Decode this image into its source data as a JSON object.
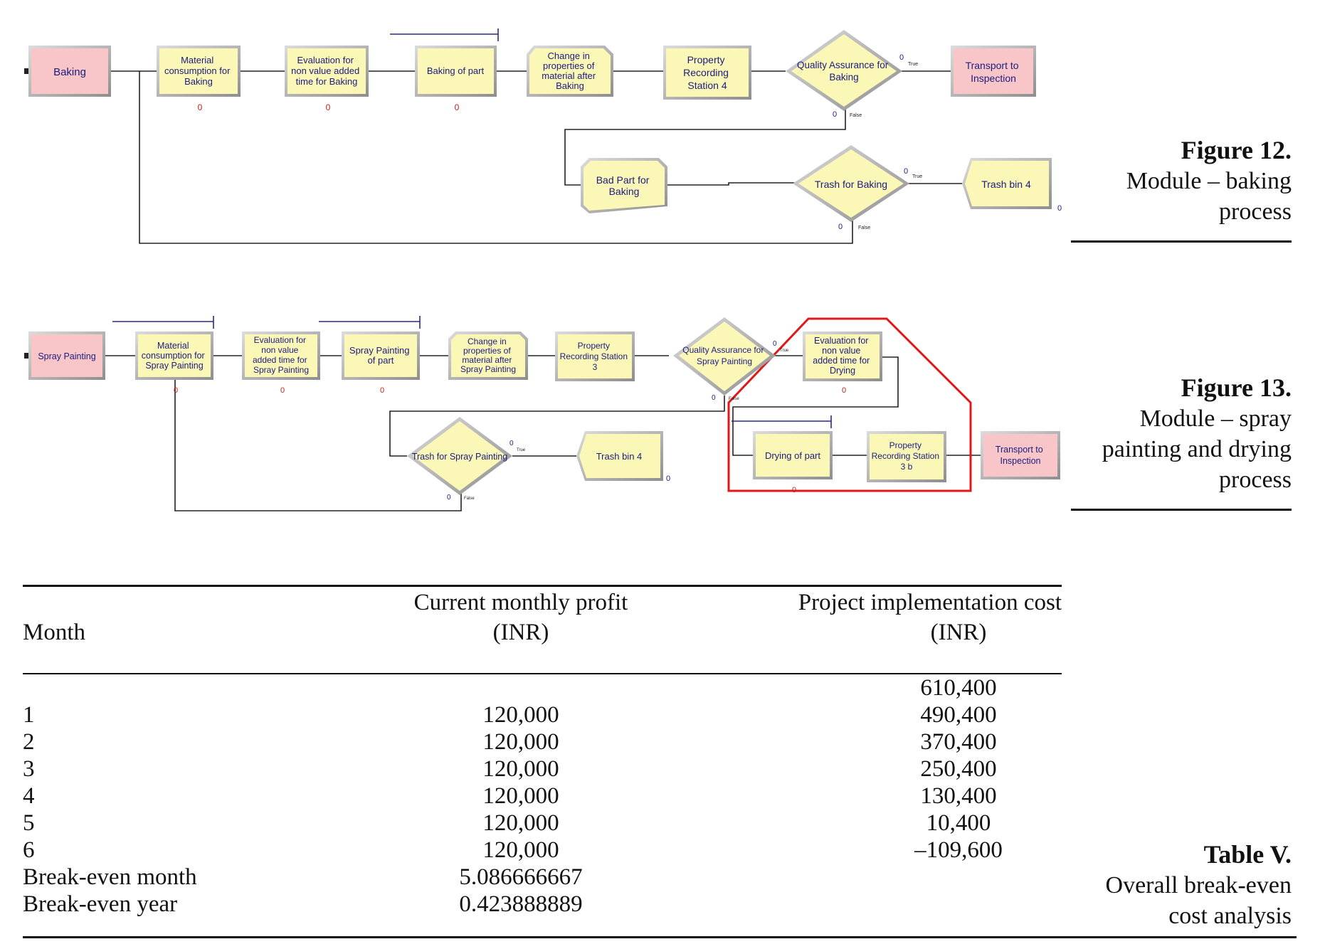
{
  "figure12": {
    "number": "Figure 12.",
    "title_lines": [
      "Module – baking",
      "process"
    ],
    "modules": {
      "baking": "Baking",
      "material": [
        "Material",
        "consumption for",
        "Baking"
      ],
      "evaluation": [
        "Evaluation for",
        "non value added",
        "time for Baking"
      ],
      "baking_part": "Baking of part",
      "change": [
        "Change in",
        "properties of",
        "material after",
        "Baking"
      ],
      "property": [
        "Property",
        "Recording",
        "Station 4"
      ],
      "qa": [
        "Quality Assurance for",
        "Baking"
      ],
      "transport": [
        "Transport to",
        "Inspection"
      ],
      "bad_part": [
        "Bad Part for",
        "Baking"
      ],
      "trash": "Trash for Baking",
      "trash_bin": "Trash bin 4"
    },
    "counter": "0",
    "true_label": "True",
    "false_label": "False"
  },
  "figure13": {
    "number": "Figure 13.",
    "title_lines": [
      "Module – spray",
      "painting and drying",
      "process"
    ],
    "modules": {
      "spray": "Spray Painting",
      "material": [
        "Material",
        "consumption for",
        "Spray Painting"
      ],
      "evaluation": [
        "Evaluation for",
        "non value",
        "added time for",
        "Spray Painting"
      ],
      "spray_part": [
        "Spray Painting",
        "of part"
      ],
      "change": [
        "Change in",
        "properties of",
        "material after",
        "Spray Painting"
      ],
      "property": [
        "Property",
        "Recording Station",
        "3"
      ],
      "qa": [
        "Quality Assurance for",
        "Spray Painting"
      ],
      "eval_drying": [
        "Evaluation for",
        "non value",
        "added time for",
        "Drying"
      ],
      "trash": "Trash for Spray Painting",
      "trash_bin": "Trash bin 4",
      "drying": "Drying of part",
      "property_3b": [
        "Property",
        "Recording Station",
        "3 b"
      ],
      "transport": [
        "Transport to",
        "Inspection"
      ]
    },
    "counter": "0",
    "true_label": "True",
    "false_label": "False"
  },
  "table5": {
    "number": "Table V.",
    "title_lines": [
      "Overall break-even",
      "cost analysis"
    ],
    "headers": {
      "month": "Month",
      "profit_line1": "Current monthly profit",
      "profit_line2": "(INR)",
      "cost_line1": "Project implementation cost",
      "cost_line2": "(INR)"
    },
    "rows": [
      {
        "month": "",
        "profit": "",
        "cost": "610,400"
      },
      {
        "month": "1",
        "profit": "120,000",
        "cost": "490,400"
      },
      {
        "month": "2",
        "profit": "120,000",
        "cost": "370,400"
      },
      {
        "month": "3",
        "profit": "120,000",
        "cost": "250,400"
      },
      {
        "month": "4",
        "profit": "120,000",
        "cost": "130,400"
      },
      {
        "month": "5",
        "profit": "120,000",
        "cost": "10,400"
      },
      {
        "month": "6",
        "profit": "120,000",
        "cost": "–109,600"
      },
      {
        "month": "Break-even month",
        "profit": "5.086666667",
        "cost": ""
      },
      {
        "month": "Break-even year",
        "profit": "0.423888889",
        "cost": ""
      }
    ]
  }
}
